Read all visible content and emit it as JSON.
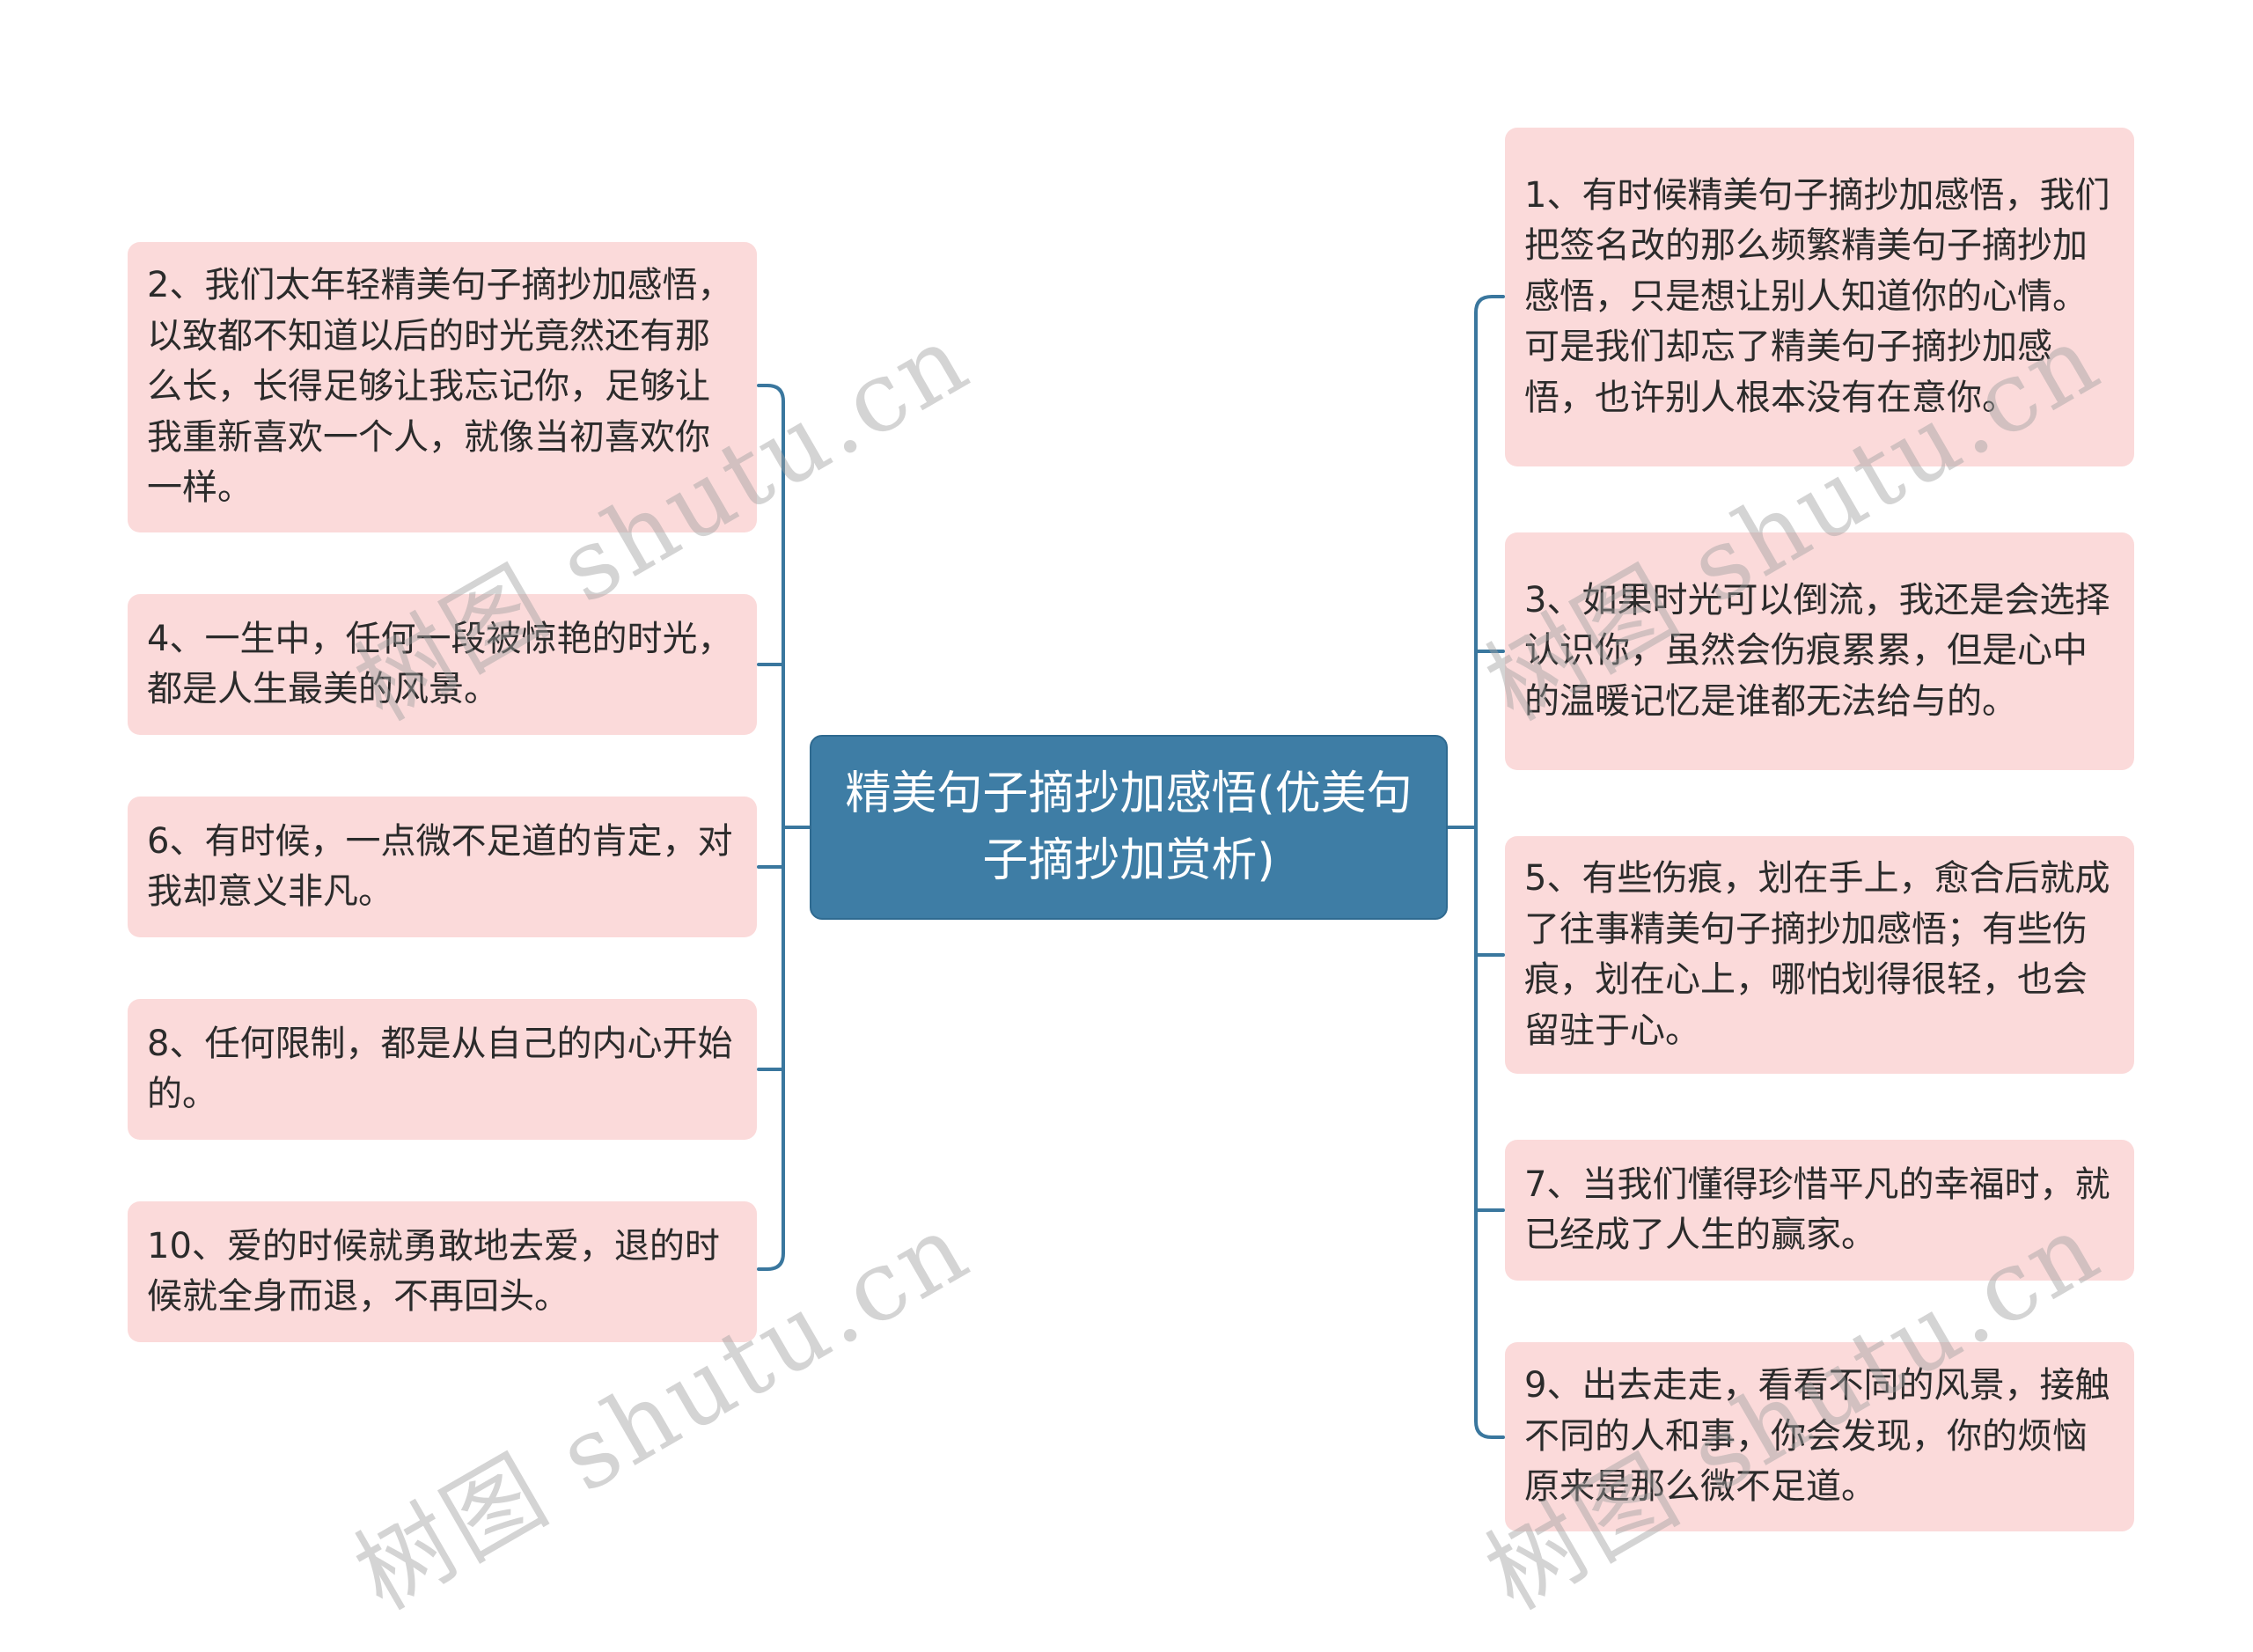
{
  "mindmap": {
    "root": {
      "label": "精美句子摘抄加感悟(优美句子摘抄加赏析)"
    },
    "left_nodes": [
      {
        "label": "2、我们太年轻精美句子摘抄加感悟，以致都不知道以后的时光竟然还有那么长，长得足够让我忘记你，足够让我重新喜欢一个人，就像当初喜欢你一样。"
      },
      {
        "label": "4、一生中，任何一段被惊艳的时光，都是人生最美的风景。"
      },
      {
        "label": "6、有时候，一点微不足道的肯定，对我却意义非凡。"
      },
      {
        "label": "8、任何限制，都是从自己的内心开始的。"
      },
      {
        "label": "10、爱的时候就勇敢地去爱，退的时候就全身而退，不再回头。"
      }
    ],
    "right_nodes": [
      {
        "label": "1、有时候精美句子摘抄加感悟，我们把签名改的那么频繁精美句子摘抄加感悟，只是想让别人知道你的心情。可是我们却忘了精美句子摘抄加感悟，也许别人根本没有在意你。"
      },
      {
        "label": "3、如果时光可以倒流，我还是会选择认识你，虽然会伤痕累累，但是心中的温暖记忆是谁都无法给与的。"
      },
      {
        "label": "5、有些伤痕，划在手上，愈合后就成了往事精美句子摘抄加感悟；有些伤痕，划在心上，哪怕划得很轻，也会留驻于心。"
      },
      {
        "label": "7、当我们懂得珍惜平凡的幸福时，就已经成了人生的赢家。"
      },
      {
        "label": "9、出去走走，看看不同的风景，接触不同的人和事，你会发现，你的烦恼原来是那么微不足道。"
      }
    ],
    "watermark": {
      "text": "树图 shutu.cn"
    },
    "colors": {
      "root_fill": "#3E7DA5",
      "root_text": "#FFFFFF",
      "node_fill": "#FBDADA",
      "node_text": "#2B2B2B",
      "connector": "#3A779E"
    }
  }
}
